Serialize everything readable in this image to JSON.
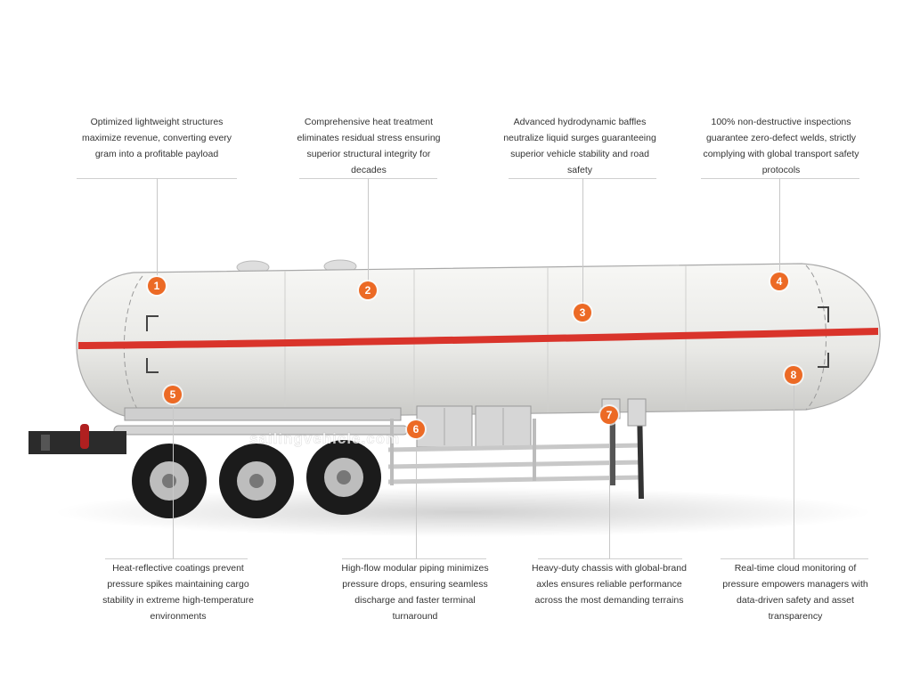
{
  "features": [
    {
      "number": "1",
      "text": "Optimized lightweight structures maximize revenue, converting every gram into a profitable payload"
    },
    {
      "number": "2",
      "text": "Comprehensive heat treatment eliminates residual stress ensuring superior structural integrity for decades"
    },
    {
      "number": "3",
      "text": "Advanced hydrodynamic baffles neutralize liquid surges guaranteeing superior vehicle stability and road safety"
    },
    {
      "number": "4",
      "text": "100% non-destructive inspections guarantee zero-defect welds, strictly complying with global transport safety protocols"
    },
    {
      "number": "5",
      "text": "Heat-reflective coatings prevent pressure spikes maintaining cargo stability in extreme high-temperature environments"
    },
    {
      "number": "6",
      "text": "High-flow modular piping minimizes pressure drops, ensuring seamless discharge and faster terminal turnaround"
    },
    {
      "number": "7",
      "text": "Heavy-duty chassis with global-brand axles ensures reliable performance across the most demanding terrains"
    },
    {
      "number": "8",
      "text": "Real-time cloud monitoring of pressure empowers managers with data-driven safety and asset transparency"
    }
  ],
  "watermark": "sailingvehicle.com",
  "colors": {
    "accent": "#ec6a25",
    "stripe": "#d9342b",
    "tank": "#ececea"
  }
}
